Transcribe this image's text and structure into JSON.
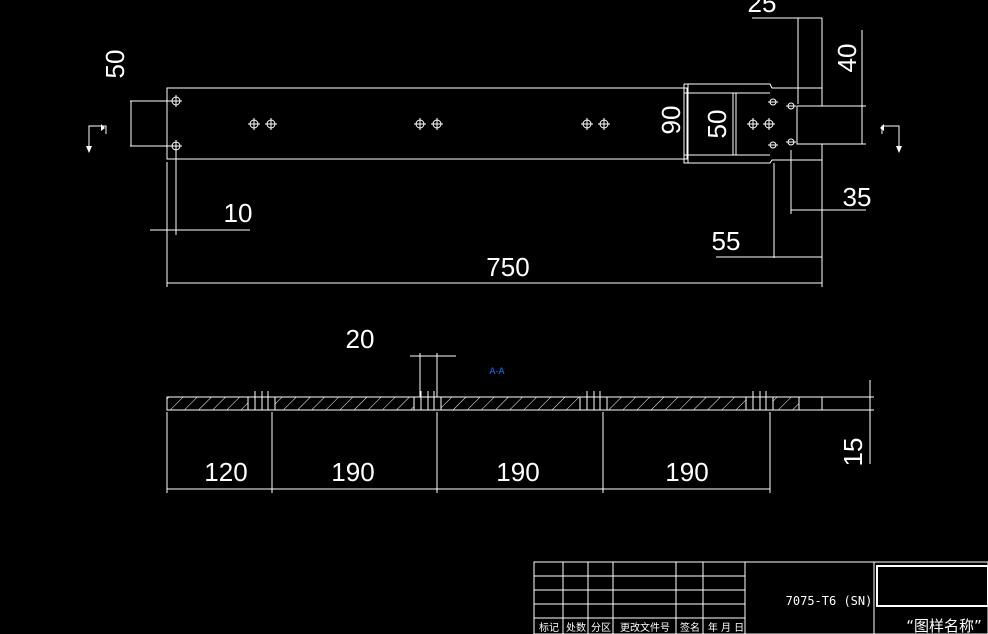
{
  "drawing": {
    "top_view": {
      "dims": {
        "height_left": "50",
        "hole_offset": "10",
        "total_length": "750",
        "slot_width": "25",
        "slot_height": "40",
        "slot_depth": "35",
        "end_length": "55",
        "end_height_outer": "90",
        "end_height_inner": "50"
      }
    },
    "section_view": {
      "section_label": "A-A",
      "dims": {
        "hole_dia": "20",
        "thickness": "15",
        "spacings": [
          "120",
          "190",
          "190",
          "190"
        ]
      }
    },
    "title_block": {
      "material": "7075-T6 (SN)",
      "drawing_name": "“图样名称”",
      "headers": [
        "标记",
        "处数",
        "分区",
        "更改文件号",
        "签名",
        "年 月 日"
      ]
    },
    "colors": {
      "background": "#000000",
      "lines": "#ffffff",
      "accent": "#1e73ff"
    }
  }
}
